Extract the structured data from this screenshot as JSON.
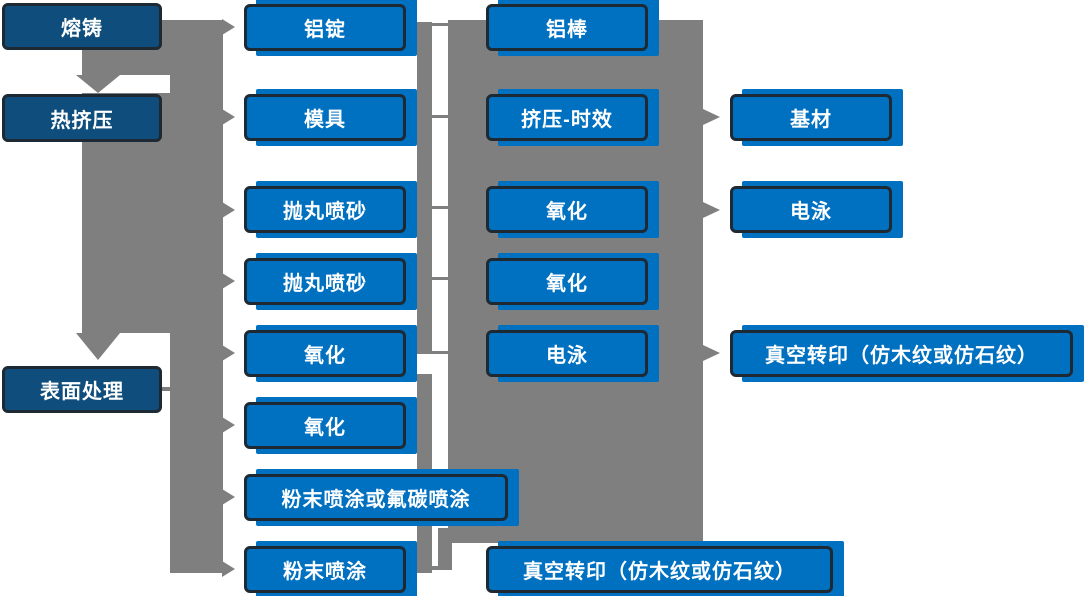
{
  "diagram": {
    "title_hint": "aluminum-profile-production-flow",
    "colors": {
      "box_blue": "#0070C0",
      "box_navy": "#0F4E7C",
      "connector_gray": "#7F7F7F",
      "border_dark": "#1E2A33",
      "text": "#FFFFFF"
    },
    "stage1": {
      "melting": "熔铸",
      "hot_extrusion": "热挤压",
      "surface_treatment": "表面处理"
    },
    "stage2": {
      "aluminum_ingot": "铝锭",
      "mold": "模具",
      "shot_blasting_1": "抛丸喷砂",
      "shot_blasting_2": "抛丸喷砂",
      "oxidation_1": "氧化",
      "oxidation_2": "氧化",
      "powder_or_fluorocarbon": "粉末喷涂或氟碳喷涂",
      "powder_coating": "粉末喷涂"
    },
    "stage3": {
      "aluminum_rod": "铝棒",
      "extrusion_aging": "挤压-时效",
      "oxidation_a": "氧化",
      "oxidation_b": "氧化",
      "electrophoresis": "电泳",
      "vacuum_transfer": "真空转印（仿木纹或仿石纹）"
    },
    "stage4": {
      "base_material": "基材",
      "electrophoresis": "电泳",
      "vacuum_transfer": "真空转印（仿木纹或仿石纹）"
    }
  }
}
